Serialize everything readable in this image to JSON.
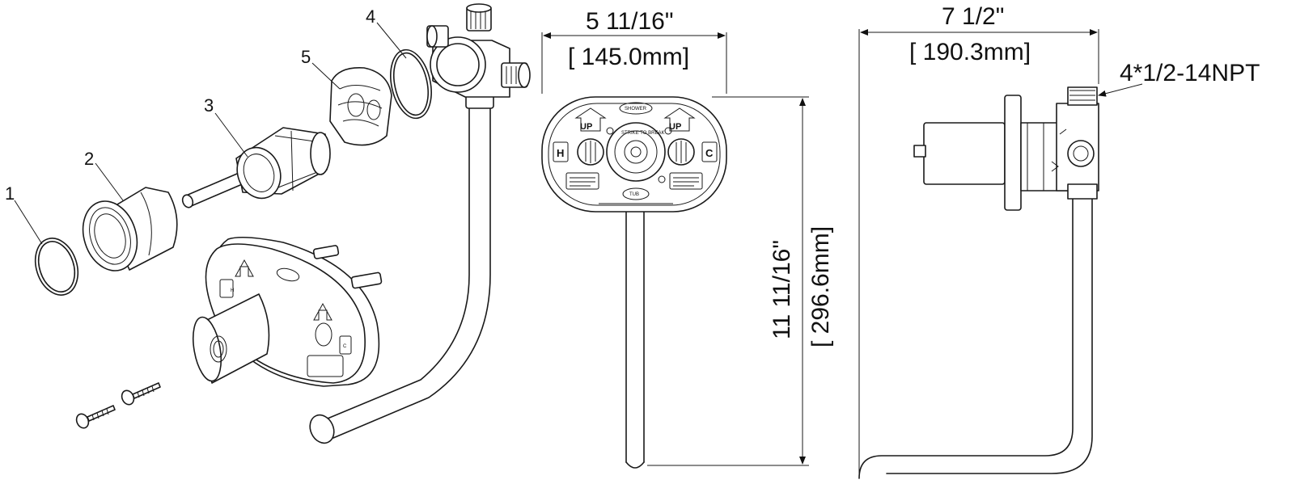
{
  "callouts": [
    "1",
    "2",
    "3",
    "4",
    "5"
  ],
  "dimensions": {
    "front_width_in": "5 11/16\"",
    "front_width_mm": "[ 145.0mm]",
    "height_in": "11 11/16\"",
    "height_mm": "[ 296.6mm]",
    "side_depth_in": "7 1/2\"",
    "side_depth_mm": "[ 190.3mm]",
    "thread_note": "4*1/2-14NPT"
  },
  "plate_marks": {
    "shower": "SHOWER",
    "tub": "TUB",
    "up": "UP",
    "hot": "H",
    "cold": "C"
  }
}
